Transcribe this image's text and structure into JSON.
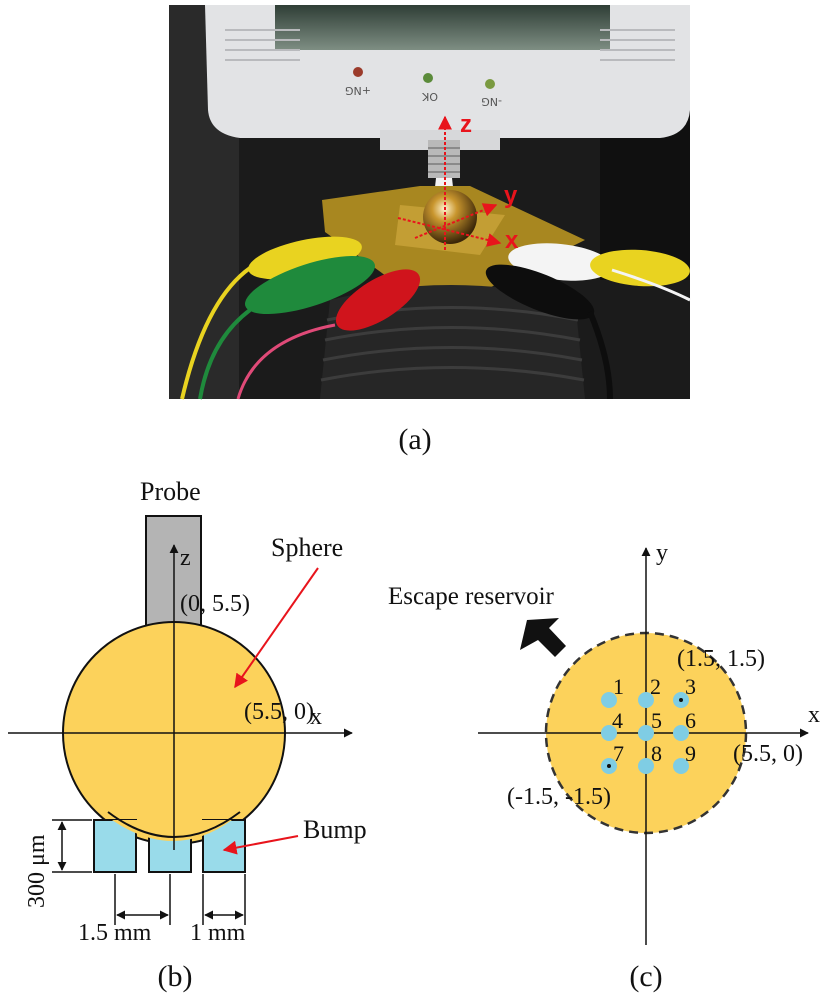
{
  "panel_a": {
    "caption": "(a)",
    "axis_z": "z",
    "axis_y": "y",
    "axis_x": "x",
    "indicator_left": "+NG",
    "indicator_mid": "OK",
    "indicator_right": "-NG"
  },
  "panel_b": {
    "caption": "(b)",
    "probe_label": "Probe",
    "sphere_label": "Sphere",
    "bump_label": "Bump",
    "axis_z": "z",
    "axis_x": "x",
    "top_point": "(0, 5.5)",
    "right_point": "(5.5, 0)",
    "height_dim": "300 μm",
    "gap_dim": "1.5 mm",
    "width_dim": "1 mm"
  },
  "panel_c": {
    "caption": "(c)",
    "escape_label": "Escape reservoir",
    "axis_y": "y",
    "axis_x": "x",
    "point_ur": "(1.5, 1.5)",
    "point_right": "(5.5, 0)",
    "point_ll": "(-1.5, -1.5)",
    "numbers": [
      "1",
      "2",
      "3",
      "4",
      "5",
      "6",
      "7",
      "8",
      "9"
    ]
  },
  "colors": {
    "sphere_fill": "#fcd25b",
    "probe_fill": "#b4b4b4",
    "bump_fill": "#99dbea",
    "dot_fill": "#7fcde4",
    "arrow_red": "#e8141c"
  }
}
